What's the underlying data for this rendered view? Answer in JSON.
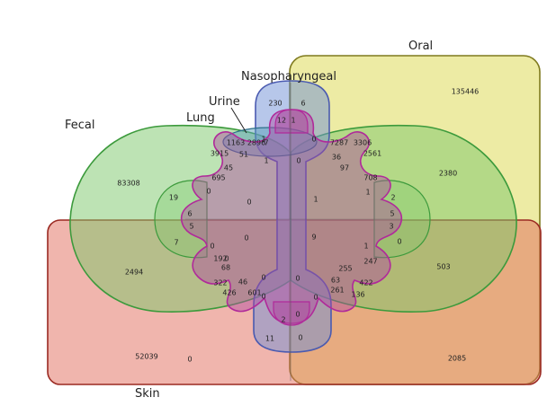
{
  "sets": {
    "oral": {
      "label": "Oral",
      "color": "#dcd84a",
      "stroke": "#7f7a1e"
    },
    "skin": {
      "label": "Skin",
      "color": "#e26c5c",
      "stroke": "#9b2a22"
    },
    "fecal": {
      "label": "Fecal",
      "color": "#7cc86a",
      "stroke": "#3c9a3c"
    },
    "naso": {
      "label": "Nasopharyngeal",
      "color": "#6f8fd6",
      "stroke": "#4a5ab0"
    },
    "urine": {
      "label": "Urine",
      "color": "#5aa0b8",
      "stroke": "#2c6f8a"
    },
    "lung": {
      "label": "Lung",
      "color": "#b04aa0",
      "stroke": "#b02a9a"
    }
  },
  "regions": [
    {
      "id": "oral-only",
      "value": "135446"
    },
    {
      "id": "fecal-only",
      "value": "83308"
    },
    {
      "id": "skin-only",
      "value": "52039"
    },
    {
      "id": "r-2380",
      "value": "2380"
    },
    {
      "id": "r-2494",
      "value": "2494"
    },
    {
      "id": "r-2085",
      "value": "2085"
    },
    {
      "id": "r-503",
      "value": "503"
    },
    {
      "id": "r-230",
      "value": "230"
    },
    {
      "id": "r-6-top",
      "value": "6"
    },
    {
      "id": "r-12",
      "value": "12"
    },
    {
      "id": "r-1-top",
      "value": "1"
    },
    {
      "id": "r-0-a",
      "value": "0"
    },
    {
      "id": "r-1163",
      "value": "1163"
    },
    {
      "id": "r-2896",
      "value": "2896"
    },
    {
      "id": "r-7",
      "value": "7"
    },
    {
      "id": "r-1-b",
      "value": "1"
    },
    {
      "id": "r-7287",
      "value": "7287"
    },
    {
      "id": "r-3306",
      "value": "3306"
    },
    {
      "id": "r-3915",
      "value": "3915"
    },
    {
      "id": "r-51",
      "value": "51"
    },
    {
      "id": "r-36",
      "value": "36"
    },
    {
      "id": "r-2561",
      "value": "2561"
    },
    {
      "id": "r-45",
      "value": "45"
    },
    {
      "id": "r-1-c",
      "value": "1"
    },
    {
      "id": "r-0-b",
      "value": "0"
    },
    {
      "id": "r-97",
      "value": "97"
    },
    {
      "id": "r-695",
      "value": "695"
    },
    {
      "id": "r-708",
      "value": "708"
    },
    {
      "id": "r-0-c",
      "value": "0"
    },
    {
      "id": "r-1-d",
      "value": "1"
    },
    {
      "id": "r-19",
      "value": "19"
    },
    {
      "id": "r-0-d",
      "value": "0"
    },
    {
      "id": "r-1-e",
      "value": "1"
    },
    {
      "id": "r-2",
      "value": "2"
    },
    {
      "id": "r-6-l",
      "value": "6"
    },
    {
      "id": "r-5-l",
      "value": "5"
    },
    {
      "id": "r-5-r",
      "value": "5"
    },
    {
      "id": "r-3-r",
      "value": "3"
    },
    {
      "id": "r-0-e",
      "value": "0"
    },
    {
      "id": "r-9",
      "value": "9"
    },
    {
      "id": "r-7-l",
      "value": "7"
    },
    {
      "id": "r-0-f",
      "value": "0"
    },
    {
      "id": "r-1-f",
      "value": "1"
    },
    {
      "id": "r-0-g",
      "value": "0"
    },
    {
      "id": "r-0-h",
      "value": "0"
    },
    {
      "id": "r-192",
      "value": "192"
    },
    {
      "id": "r-247",
      "value": "247"
    },
    {
      "id": "r-68",
      "value": "68"
    },
    {
      "id": "r-255",
      "value": "255"
    },
    {
      "id": "r-0-i",
      "value": "0"
    },
    {
      "id": "r-0-j",
      "value": "0"
    },
    {
      "id": "r-322",
      "value": "322"
    },
    {
      "id": "r-46",
      "value": "46"
    },
    {
      "id": "r-63",
      "value": "63"
    },
    {
      "id": "r-422",
      "value": "422"
    },
    {
      "id": "r-426",
      "value": "426"
    },
    {
      "id": "r-601",
      "value": "601"
    },
    {
      "id": "r-0-k",
      "value": "0"
    },
    {
      "id": "r-261",
      "value": "261"
    },
    {
      "id": "r-136",
      "value": "136"
    },
    {
      "id": "r-0-l",
      "value": "0"
    },
    {
      "id": "r-0-m",
      "value": "0"
    },
    {
      "id": "r-2-b",
      "value": "2"
    },
    {
      "id": "r-0-n",
      "value": "0"
    },
    {
      "id": "r-11",
      "value": "11"
    },
    {
      "id": "r-0-o",
      "value": "0"
    }
  ]
}
